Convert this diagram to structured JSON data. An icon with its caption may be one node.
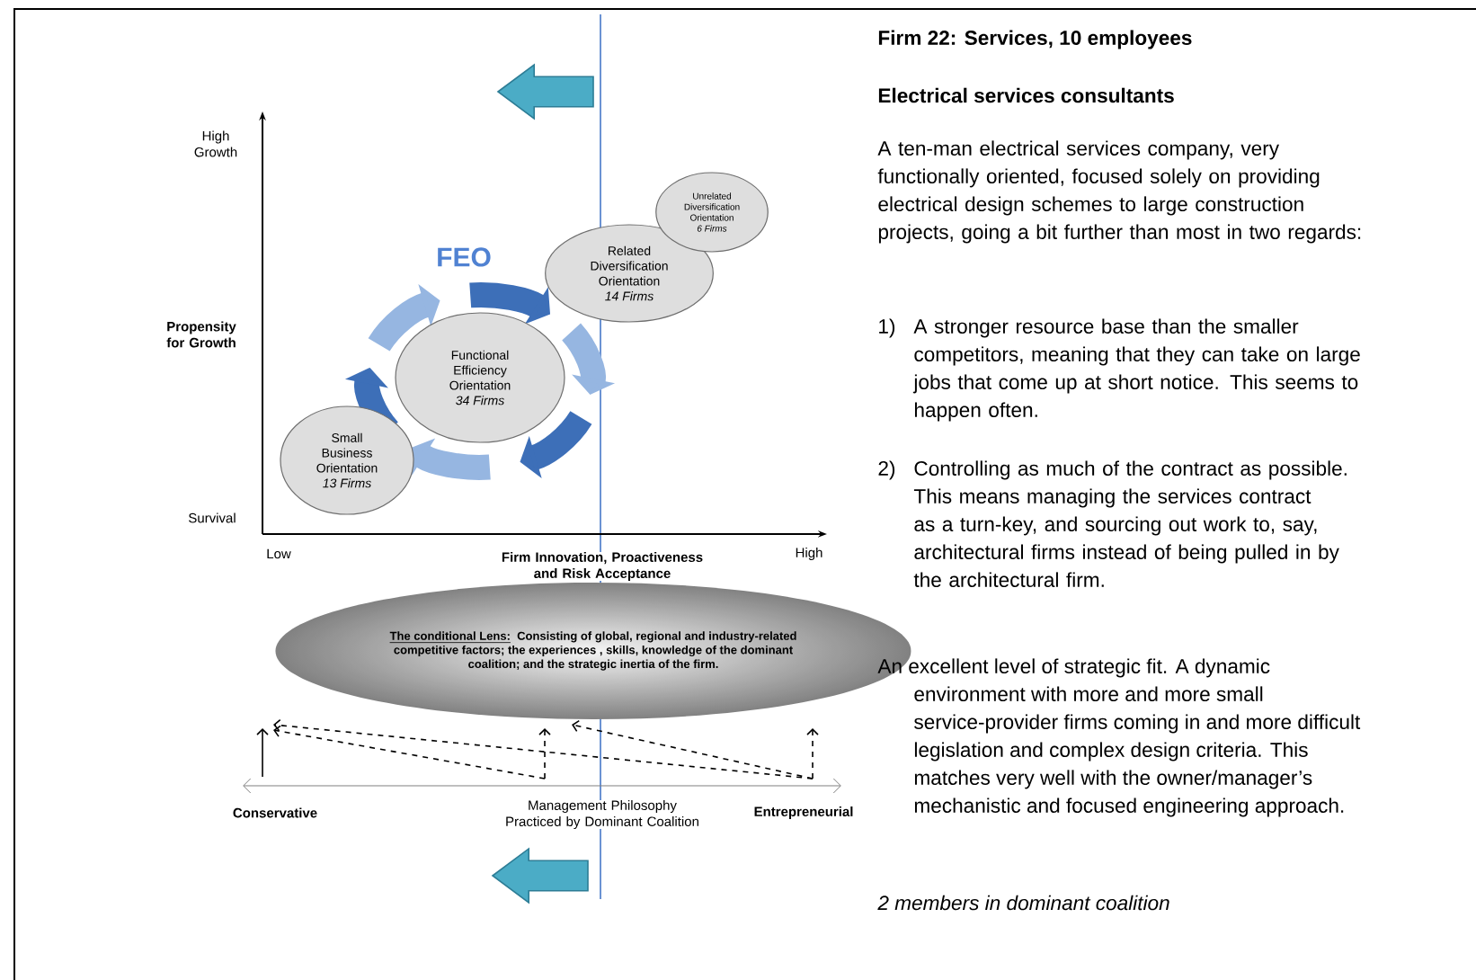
{
  "diagram": {
    "nodes": [
      {
        "text": [
          "Small Business Orientation",
          "13 Firms"
        ]
      },
      {
        "text": [
          "Functional Efficiency Orientation",
          "34 Firms"
        ]
      },
      {
        "text": [
          "Related Diversification Orientation",
          "14 Firms"
        ]
      },
      {
        "text": [
          "Unrelated Diversification Orientation",
          "6 Firms"
        ]
      },
      {
        "text": [
          "The conditional Lens:",
          "Consisting of global, regional and industry-related competitive factors; the experiences , skills, knowledge of the dominant coalition; and the strategic inertia of the firm."
        ]
      }
    ],
    "labels": [
      "High Growth",
      "Propensity for Growth",
      "Survival",
      "Low",
      "Firm Innovation, Proactiveness and Risk Acceptance",
      "High",
      "FEO",
      "Conservative",
      "Management Philosophy Practiced by Dominant Coalition",
      "Entrepreneurial",
      "Firm 22: Services, 10 employees",
      "Electrical services consultants",
      "A ten-man electrical services company, very functionally oriented, focused solely on providing electrical design schemes to large construction projects, going a bit further than most in two regards:",
      "1)",
      "A stronger resource base than the smaller competitors, meaning that they can take on large jobs that come up at short notice. This seems to happen often.",
      "2)",
      "Controlling as much of the contract as possible. This means managing the services contract as a turn-key, and sourcing out work to, say, architectural firms instead of being pulled in by the architectural firm.",
      "An excellent level of strategic fit. A dynamic environment with more and more small service-provider firms coming in and more difficult legislation and complex design criteria. This matches very well with the owner/manager’s mechanistic and focused engineering approach.",
      "2 members in dominant coalition"
    ]
  }
}
